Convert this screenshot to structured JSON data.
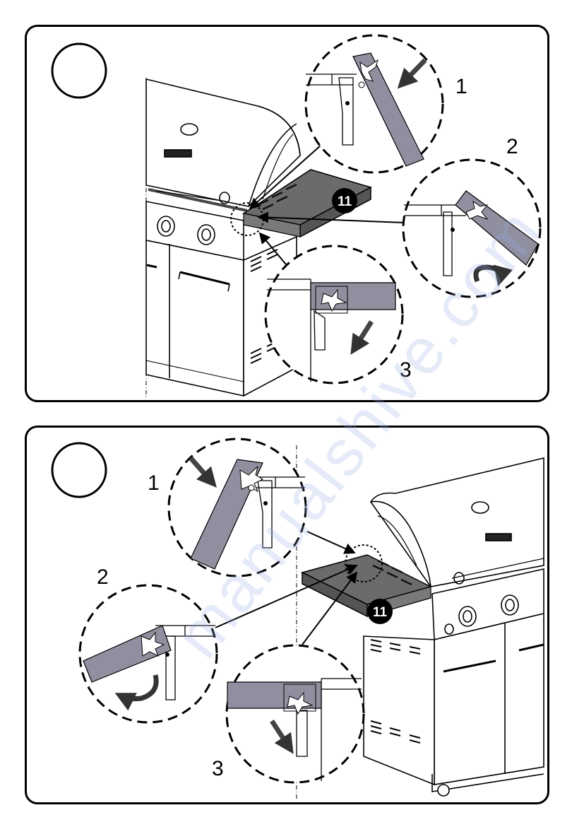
{
  "panels": [
    {
      "step_circle_label": "",
      "part_badge": "11",
      "step_labels": [
        "1",
        "2",
        "3"
      ]
    },
    {
      "step_circle_label": "",
      "part_badge": "11",
      "step_labels": [
        "1",
        "2",
        "3"
      ]
    }
  ],
  "colors": {
    "shelf_fill": "#6b6b6b",
    "bracket_fill": "#8f8fa0",
    "badge_fill": "#000000",
    "line": "#000000"
  },
  "icons": [
    "step-number-circle",
    "zoom-detail-circle",
    "insert-arrow",
    "rotate-arrow",
    "grill-illustration",
    "side-shelf"
  ],
  "watermark": "manualshive.com"
}
